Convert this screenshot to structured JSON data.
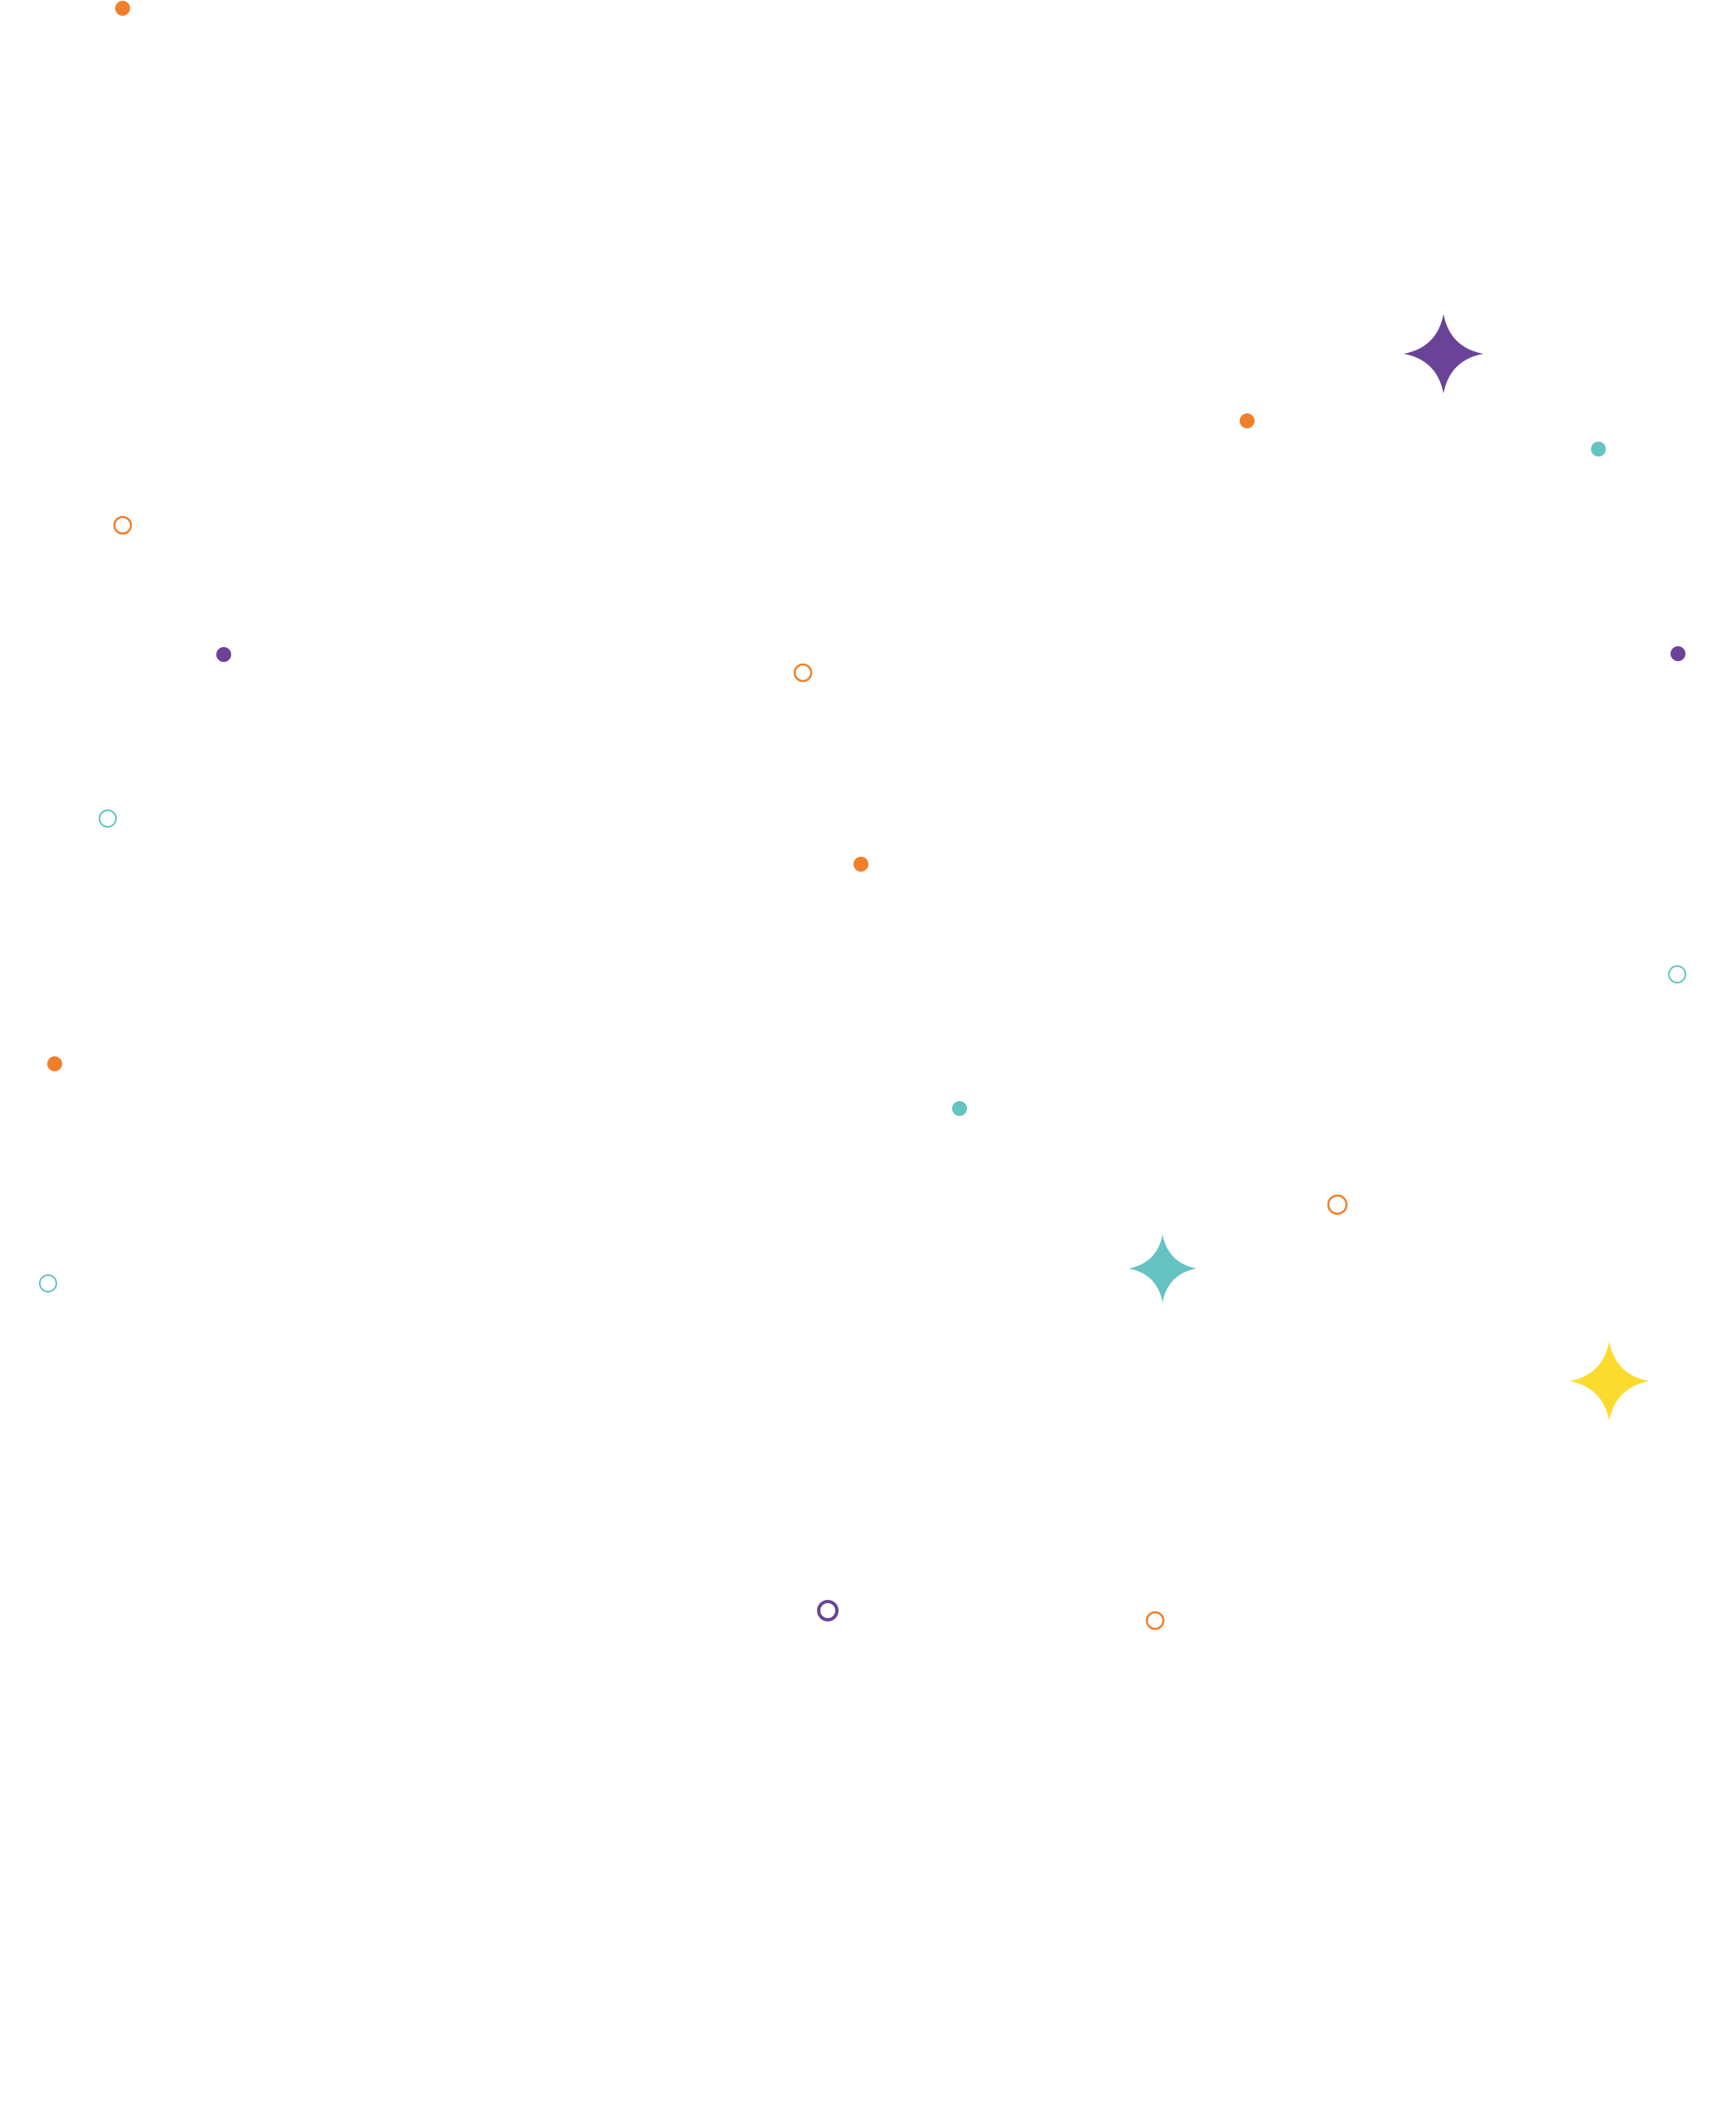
{
  "palette": {
    "background": "#ffffff",
    "orange": "#f07f2a",
    "purple": "#6a4398",
    "teal": "#65c3c2",
    "yellow": "#fbdc2e"
  },
  "decorations": {
    "dots": [
      {
        "name": "orange-dot",
        "color": "orange"
      },
      {
        "name": "orange-dot",
        "color": "orange"
      },
      {
        "name": "orange-dot",
        "color": "orange"
      },
      {
        "name": "orange-dot",
        "color": "orange"
      },
      {
        "name": "teal-dot",
        "color": "teal"
      },
      {
        "name": "teal-dot",
        "color": "teal"
      },
      {
        "name": "purple-dot",
        "color": "purple"
      },
      {
        "name": "purple-dot",
        "color": "purple"
      }
    ],
    "rings": [
      {
        "name": "orange-ring",
        "color": "orange"
      },
      {
        "name": "orange-ring",
        "color": "orange"
      },
      {
        "name": "orange-ring",
        "color": "orange"
      },
      {
        "name": "orange-ring",
        "color": "orange"
      },
      {
        "name": "teal-ring",
        "color": "teal"
      },
      {
        "name": "teal-ring",
        "color": "teal"
      },
      {
        "name": "teal-ring",
        "color": "teal"
      },
      {
        "name": "purple-ring",
        "color": "purple"
      }
    ],
    "sparkles": [
      {
        "name": "purple-sparkle-icon",
        "color": "purple"
      },
      {
        "name": "teal-sparkle-icon",
        "color": "teal"
      },
      {
        "name": "yellow-sparkle-icon",
        "color": "yellow"
      }
    ]
  }
}
